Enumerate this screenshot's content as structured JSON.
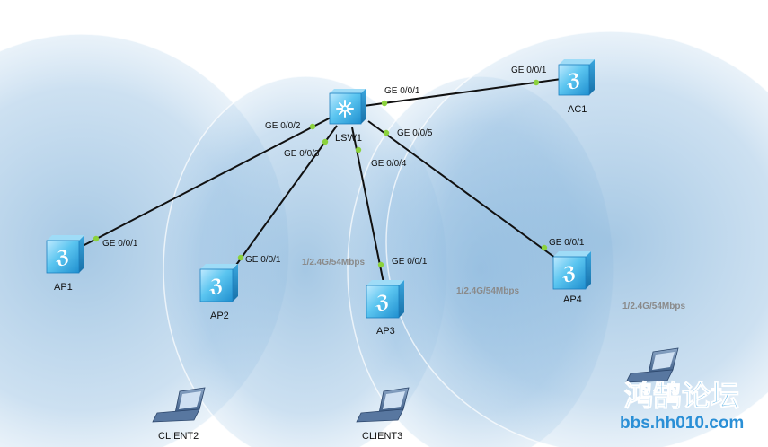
{
  "colors": {
    "coverage_fill": "#7fb0d8",
    "coverage_edge": "#ffffff",
    "link": "#111111",
    "port_dot": "#8bd23c",
    "device_body": "#5bc5f0",
    "watermark": "#2a8fd6"
  },
  "devices": {
    "lsw1": {
      "label": "LSW1",
      "icon": "switch-icon"
    },
    "ac1": {
      "label": "AC1",
      "icon": "access-controller-icon"
    },
    "ap1": {
      "label": "AP1",
      "icon": "access-point-icon"
    },
    "ap2": {
      "label": "AP2",
      "icon": "access-point-icon"
    },
    "ap3": {
      "label": "AP3",
      "icon": "access-point-icon"
    },
    "ap4": {
      "label": "AP4",
      "icon": "access-point-icon"
    },
    "client2": {
      "label": "CLIENT2",
      "icon": "laptop-icon"
    },
    "client3": {
      "label": "CLIENT3",
      "icon": "laptop-icon"
    },
    "client4": {
      "label": "",
      "icon": "laptop-icon"
    }
  },
  "links": {
    "lsw1_ac1": {
      "a_port": "GE 0/0/1",
      "b_port": "GE 0/0/1"
    },
    "lsw1_ap1": {
      "a_port": "GE 0/0/2",
      "b_port": "GE 0/0/1"
    },
    "lsw1_ap2": {
      "a_port": "GE 0/0/3",
      "b_port": "GE 0/0/1"
    },
    "lsw1_ap3": {
      "a_port": "GE 0/0/4",
      "b_port": "GE 0/0/1"
    },
    "lsw1_ap4": {
      "a_port": "GE 0/0/5",
      "b_port": "GE 0/0/1"
    }
  },
  "wireless_rates": {
    "ap2": "1/2.4G/54Mbps",
    "ap3": "1/2.4G/54Mbps",
    "ap4": "1/2.4G/54Mbps"
  },
  "watermark": {
    "chinese": "鸿鹄论坛",
    "url": "bbs.hh010.com"
  }
}
